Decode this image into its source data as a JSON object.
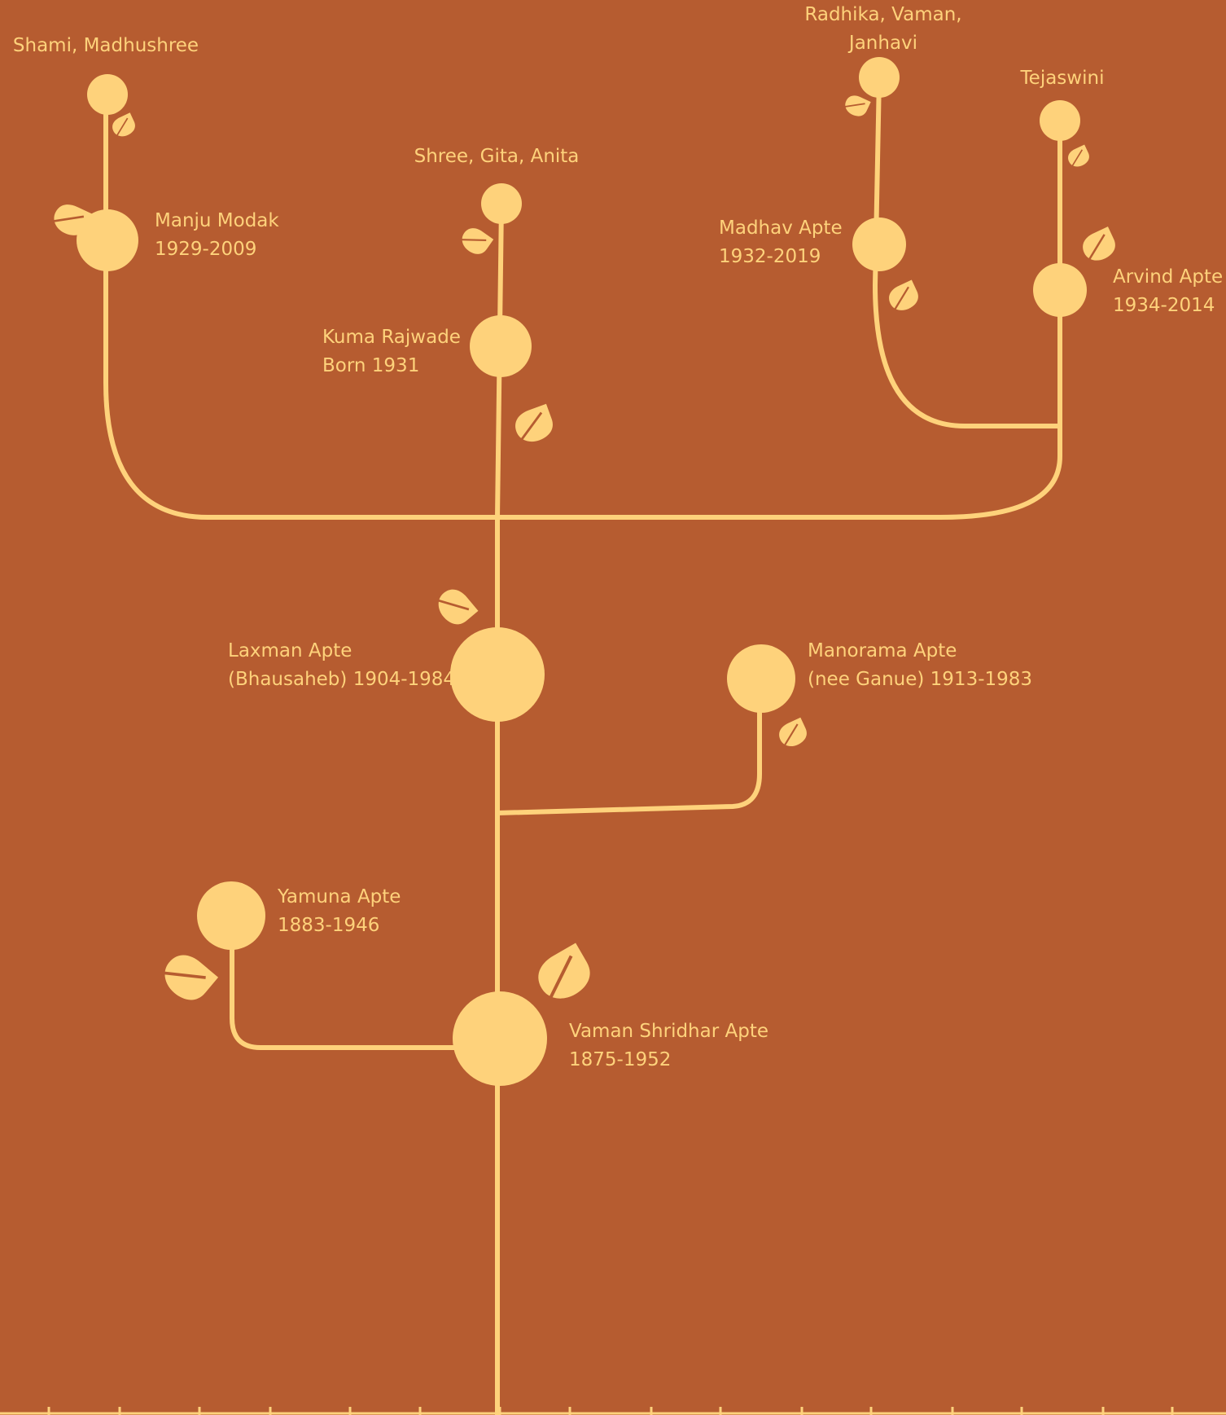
{
  "colors": {
    "background": "#b65c30",
    "tree": "#fed27b"
  },
  "icons": [
    "leaf-icon"
  ],
  "people": {
    "vaman_shridhar": {
      "name": "Vaman Shridhar Apte",
      "years": "1875-1952"
    },
    "yamuna": {
      "name": "Yamuna Apte",
      "years": "1883-1946"
    },
    "laxman": {
      "name": "Laxman Apte",
      "years": "(Bhausaheb) 1904-1984"
    },
    "manorama": {
      "name": "Manorama Apte",
      "years": "(nee Ganue) 1913-1983"
    },
    "manju": {
      "name": "Manju Modak",
      "years": "1929-2009"
    },
    "kuma": {
      "name": "Kuma Rajwade",
      "years": "Born 1931"
    },
    "madhav": {
      "name": "Madhav Apte",
      "years": "1932-2019"
    },
    "arvind": {
      "name": "Arvind Apte",
      "years": "1934-2014"
    }
  },
  "children_groups": {
    "manju": "Shami, Madhushree",
    "kuma": "Shree, Gita, Anita",
    "madhav_line1": "Radhika, Vaman,",
    "madhav_line2": "Janhavi",
    "arvind": "Tejaswini"
  }
}
